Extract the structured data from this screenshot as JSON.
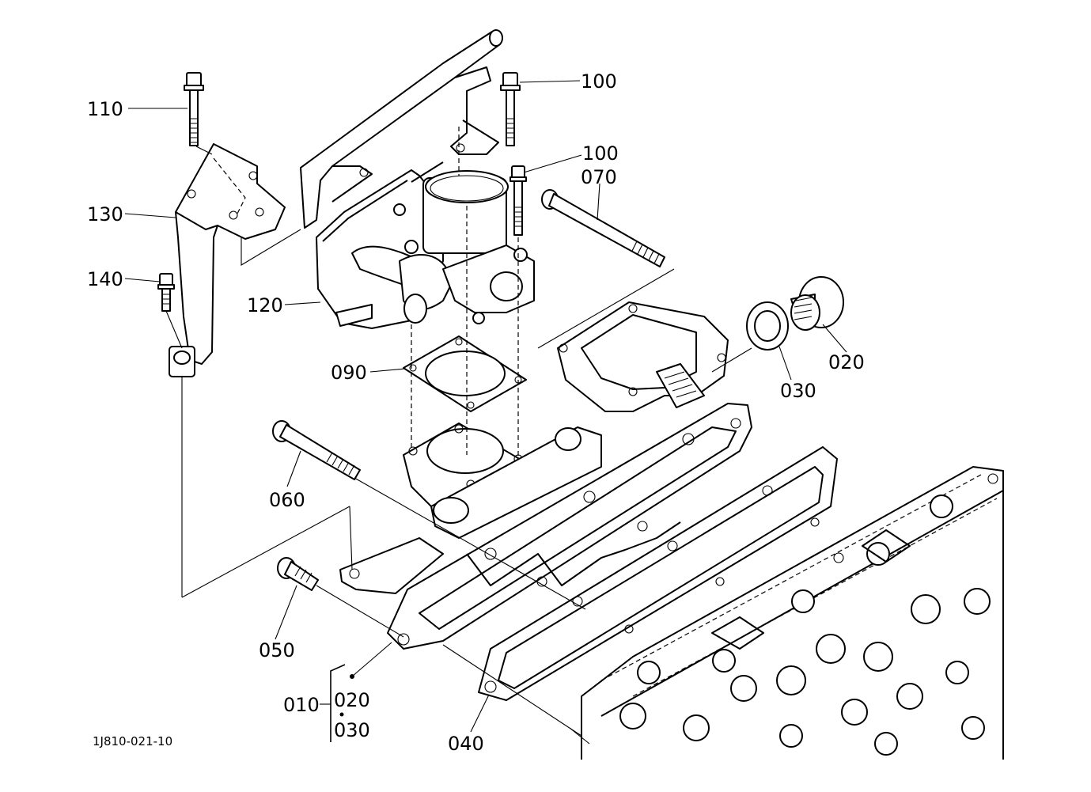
{
  "diagram_id": "1J810-021-10",
  "callouts": {
    "c110": "110",
    "c100a": "100",
    "c100b": "100",
    "c070": "070",
    "c130": "130",
    "c140": "140",
    "c120": "120",
    "c090": "090",
    "c030": "030",
    "c020": "020",
    "c060": "060",
    "c050": "050",
    "c040": "040",
    "c010": "010",
    "c010_sub1": "020",
    "c010_sub2": "030"
  }
}
